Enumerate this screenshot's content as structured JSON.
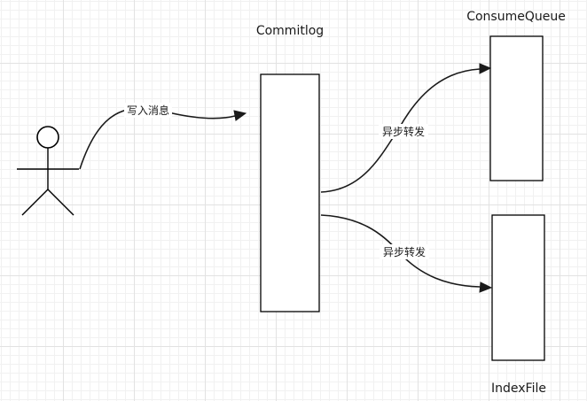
{
  "nodes": {
    "commitlog": {
      "label": "Commitlog"
    },
    "consume_queue": {
      "label": "ConsumeQueue"
    },
    "index_file": {
      "label": "IndexFile"
    }
  },
  "edges": {
    "write_message": {
      "label": "写入消息"
    },
    "async_forward_consume_queue": {
      "label": "异步转发"
    },
    "async_forward_index_file": {
      "label": "异步转发"
    }
  },
  "colors": {
    "stroke": "#000000",
    "grid_major": "#e2e2e2",
    "grid_minor": "#f1f1f1",
    "background": "#ffffff"
  },
  "icons": {
    "actor": "stick-figure-icon"
  }
}
